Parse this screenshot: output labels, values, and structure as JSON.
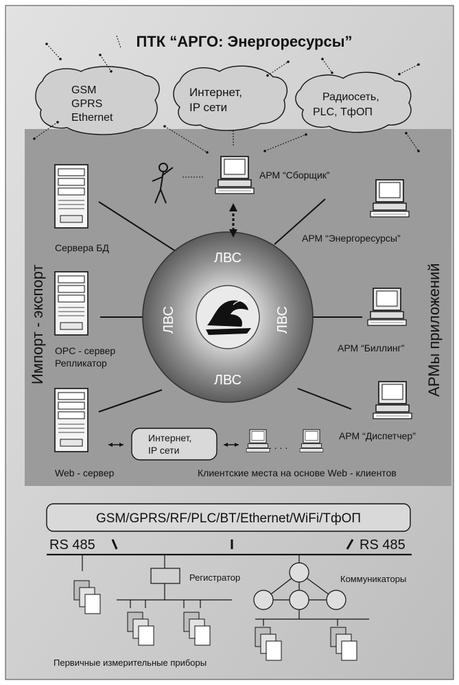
{
  "title": "ПТК “АРГО: Энергоресурсы”",
  "clouds": {
    "left": [
      "GSM",
      "GPRS",
      "Ethernet"
    ],
    "center": [
      "Интернет,",
      "IP сети"
    ],
    "right": [
      "Радиосеть,",
      "PLC, ТфОП"
    ]
  },
  "side_labels": {
    "left": "Импорт - экспорт",
    "right": "АРМы приложений"
  },
  "lan": {
    "top": "ЛВС",
    "left": "ЛВС",
    "right": "ЛВС",
    "bottom": "ЛВС"
  },
  "workstations": {
    "collector": "АРМ “Сборщик”",
    "energy": "АРМ “Энергоресурсы”",
    "billing": "АРМ “Биллинг”",
    "dispatcher": "АРМ “Диспетчер”"
  },
  "servers": {
    "db": "Сервера БД",
    "opc_line1": "OPC - сервер",
    "opc_line2": "Репликатор",
    "web": "Web - сервер"
  },
  "internet_box": [
    "Интернет,",
    "IP сети"
  ],
  "web_clients": {
    "dots": ". . . .",
    "label": "Клиентские места на основе Web - клиентов"
  },
  "bottom": {
    "bus_title": "GSM/GPRS/RF/PLC/BT/Ethernet/WiFi/ТфОП",
    "rs485_left": "RS 485",
    "rs485_right": "RS 485",
    "registrar": "Регистратор",
    "communicators": "Коммуникаторы",
    "primary_devices": "Первичные измерительные приборы"
  },
  "colors": {
    "outer_bg": "#c8c8c8",
    "panel_bg": "#9b9b9b",
    "cloud_fill": "#cfcfcf",
    "box_fill": "#d9d9d9",
    "ink": "#111111"
  }
}
